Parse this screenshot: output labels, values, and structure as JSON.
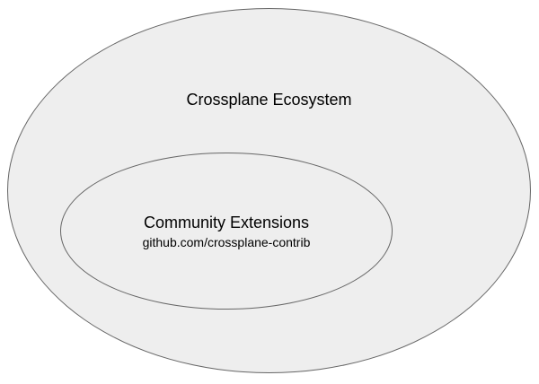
{
  "diagram": {
    "type": "nested-ellipses",
    "outer_ellipse": {
      "label": "Crossplane Ecosystem"
    },
    "inner_ellipse": {
      "label": "Community Extensions",
      "sublabel": "github.com/crossplane-contrib"
    },
    "colors": {
      "background": "#ffffff",
      "ellipse_fill": "#eeeeee",
      "ellipse_stroke": "#666666",
      "text": "#000000"
    }
  }
}
